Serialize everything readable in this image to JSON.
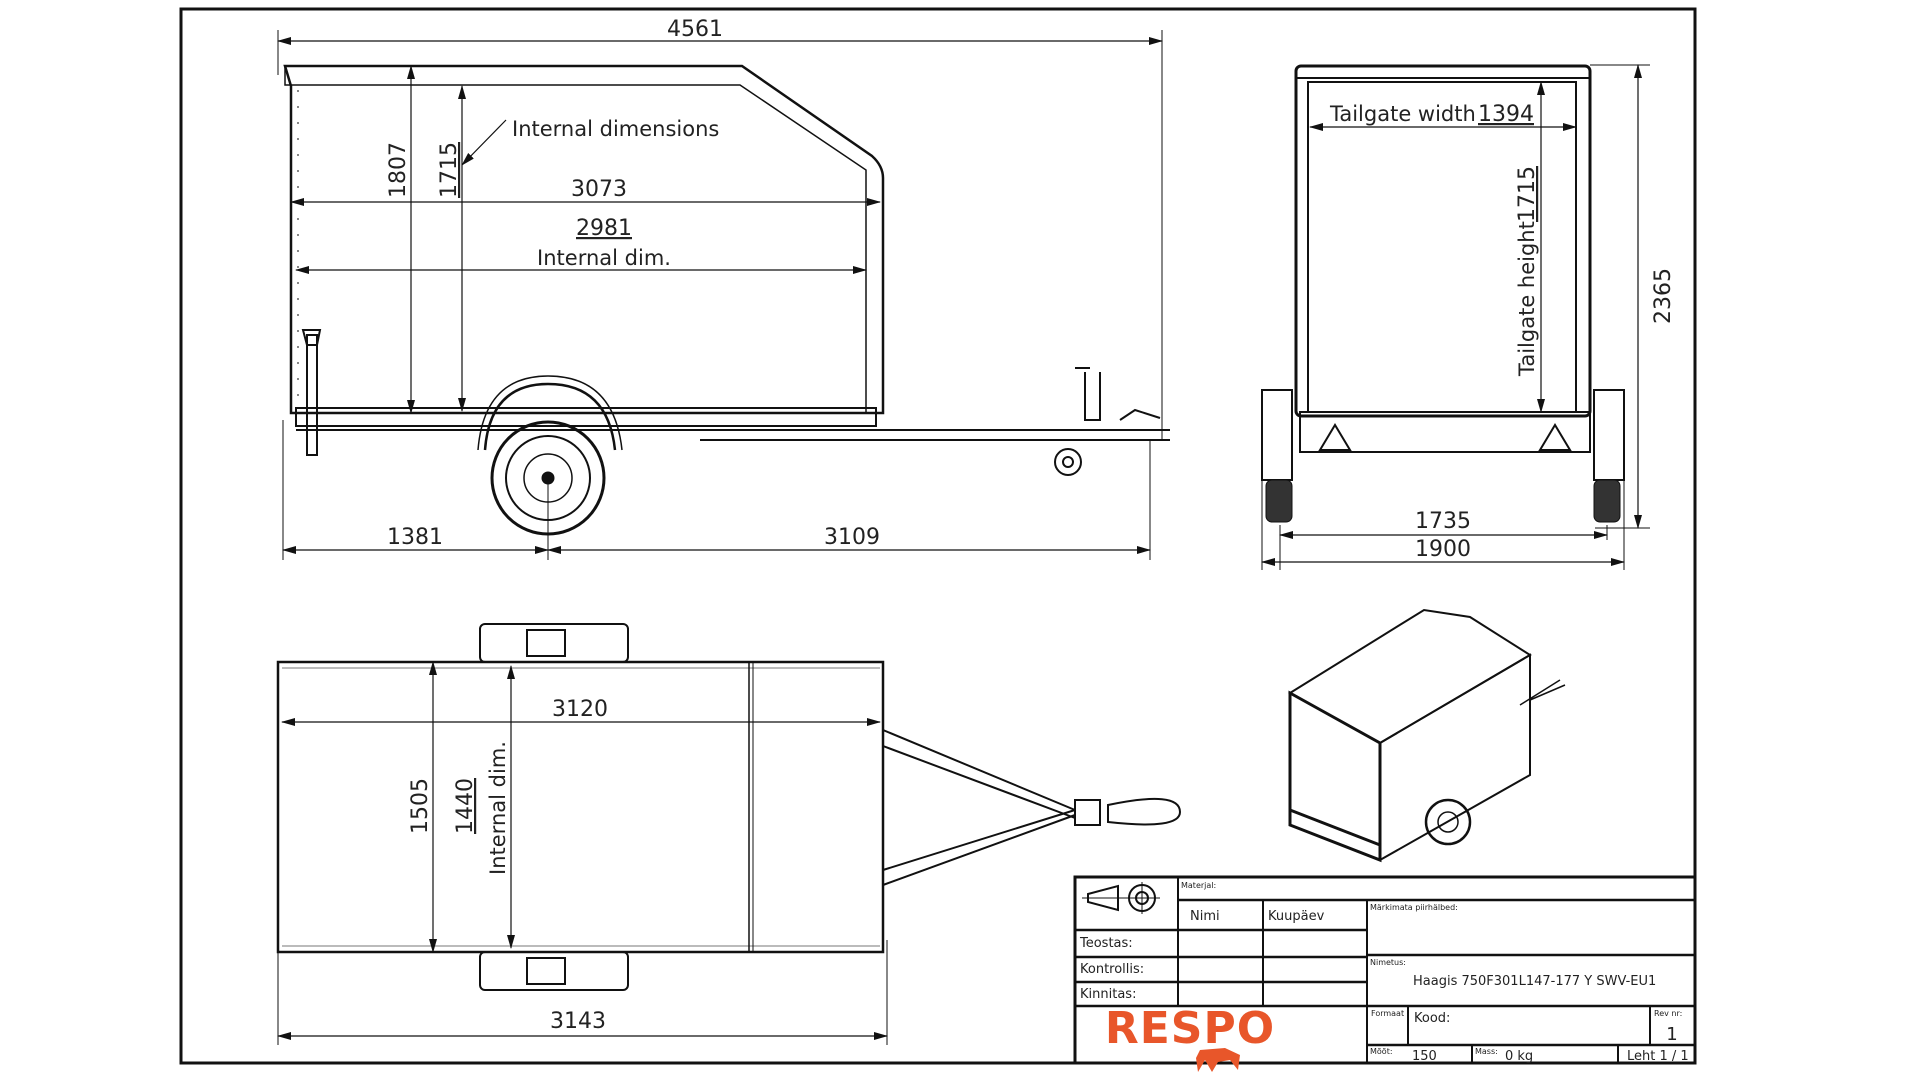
{
  "side_view": {
    "overall_length": "4561",
    "external_height": "1807",
    "internal_height": "1715",
    "internal_dimensions_label": "Internal dimensions",
    "box_length": "3073",
    "internal_length": "2981",
    "internal_dim_label": "Internal dim.",
    "rear_to_axle": "1381",
    "axle_to_coupling": "3109"
  },
  "rear_view": {
    "tailgate_width_label": "Tailgate width",
    "tailgate_width": "1394",
    "tailgate_height_label": "Tailgate height",
    "tailgate_height": "1715",
    "overall_height": "2365",
    "track_width": "1735",
    "overall_width": "1900"
  },
  "top_view": {
    "box_length": "3120",
    "external_width": "1505",
    "internal_width": "1440",
    "internal_dim_label": "Internal dim.",
    "platform_length": "3143"
  },
  "title_block": {
    "material_label": "Materjal:",
    "name_col": "Nimi",
    "date_col": "Kuupäev",
    "marks_label": "Märkimata piirhälbed:",
    "rows": [
      "Teostas:",
      "Kontrollis:",
      "Kinnitas:"
    ],
    "designation_label": "Nimetus:",
    "designation": "Haagis 750F301L147-177 Y SWV-EU1",
    "format_label": "Formaat",
    "code_label": "Kood:",
    "rev_label": "Rev nr:",
    "rev_value": "1",
    "scale_label": "Mõõt:",
    "scale_value": "150",
    "mass_label": "Mass:",
    "mass_value": "0 kg",
    "sheet_label": "Leht 1 / 1",
    "logo_text": "RESPO",
    "logo_color": "#e8562a"
  }
}
